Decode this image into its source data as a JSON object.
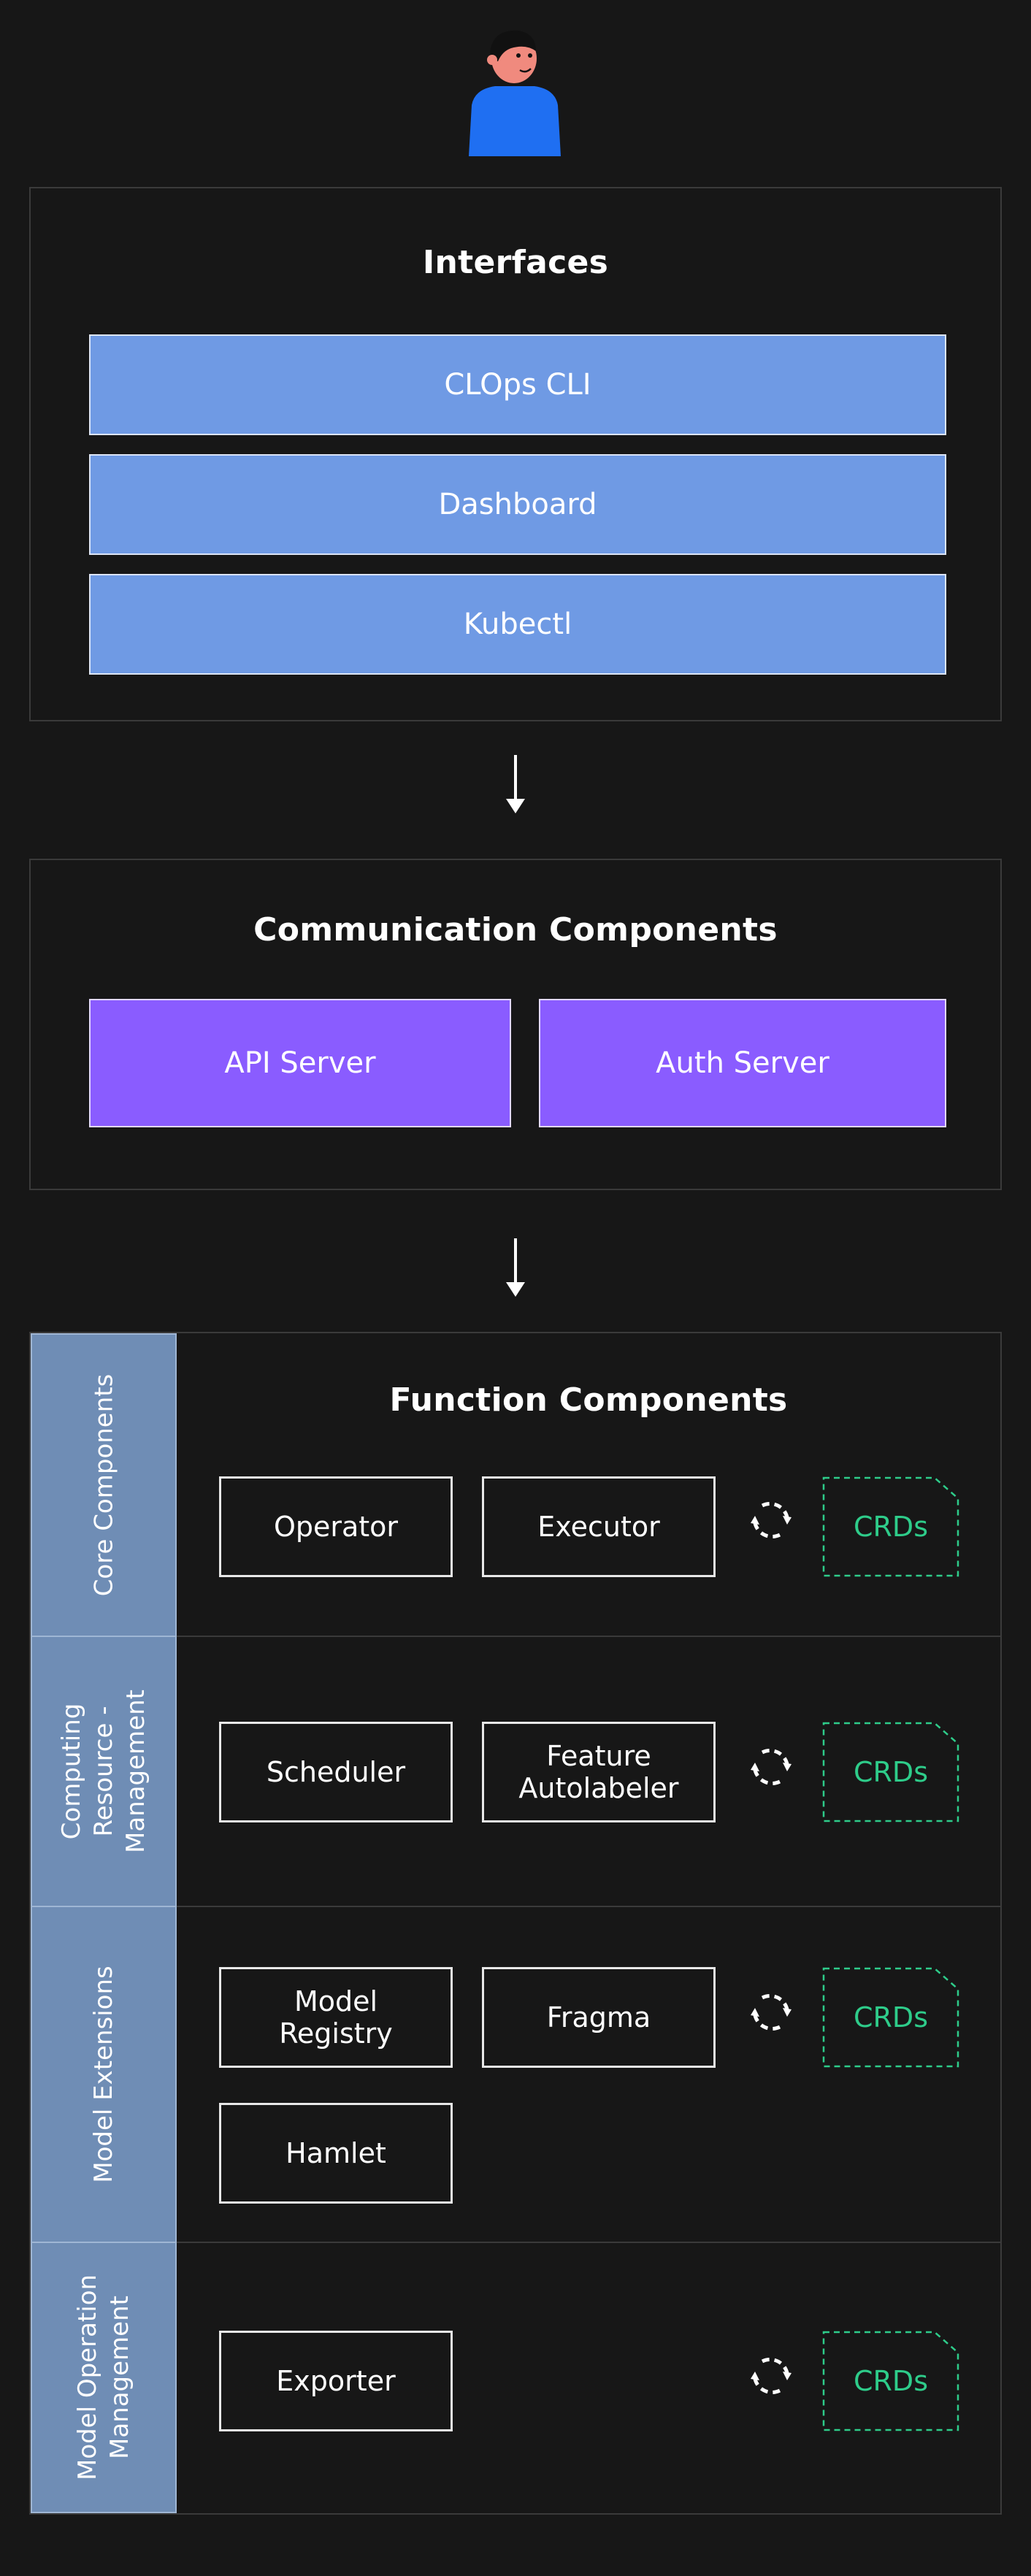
{
  "interfaces": {
    "title": "Interfaces",
    "items": [
      "CLOps CLI",
      "Dashboard",
      "Kubectl"
    ]
  },
  "communication": {
    "title": "Communication Components",
    "items": [
      "API Server",
      "Auth Server"
    ]
  },
  "function": {
    "title": "Function Components",
    "rows": [
      {
        "label": "Core Components",
        "components": [
          "Operator",
          "Executor"
        ],
        "crd": "CRDs"
      },
      {
        "label": "Computing\nResource -\nManagement",
        "components": [
          "Scheduler",
          "Feature\nAutolabeler"
        ],
        "crd": "CRDs"
      },
      {
        "label": "Model Extensions",
        "components": [
          "Model\nRegistry",
          "Fragma",
          "Hamlet"
        ],
        "crd": "CRDs"
      },
      {
        "label": "Model Operation\nManagement",
        "components": [
          "Exporter"
        ],
        "crd": "CRDs"
      }
    ]
  },
  "colors": {
    "background": "#171717",
    "interface_box": "#6f9ae4",
    "communication_box": "#8a5cff",
    "sidebar": "#6f8db5",
    "crd_text": "#2ecc8a"
  }
}
